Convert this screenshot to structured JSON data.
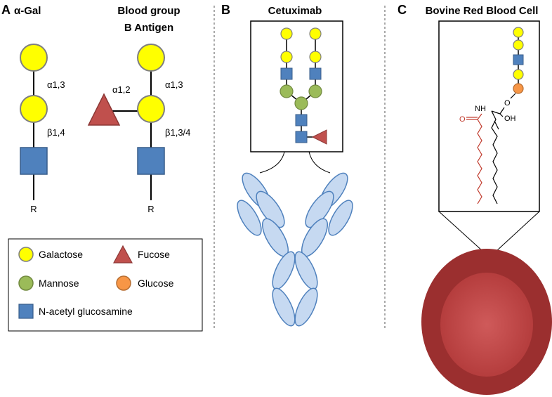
{
  "panels": {
    "a": {
      "letter": "A",
      "title_agal": "α-Gal",
      "title_blood_line1": "Blood group",
      "title_blood_line2": "B Antigen",
      "link_a13_left": "α1,3",
      "link_b14": "β1,4",
      "link_a13_right": "α1,3",
      "link_a12": "α1,2",
      "link_b134": "β1,3/4",
      "r_left": "R",
      "r_right": "R"
    },
    "b": {
      "letter": "B",
      "title": "Cetuximab"
    },
    "c": {
      "letter": "C",
      "title": "Bovine Red Blood Cell",
      "atom_o_ether": "O",
      "atom_nh": "NH",
      "atom_oh": "OH",
      "atom_o_carbonyl": "O"
    }
  },
  "legend": {
    "galactose": "Galactose",
    "fucose": "Fucose",
    "mannose": "Mannose",
    "glucose": "Glucose",
    "glcnac": "N-acetyl glucosamine"
  },
  "colors": {
    "galactose": "#ffff00",
    "fucose": "#c0504d",
    "mannose": "#9bbb59",
    "glucose": "#f79646",
    "glcnac": "#4f81bd",
    "antibody": "#c6d9f1",
    "antibody_stroke": "#4f81bd",
    "cell_outer": "#9b2f2f",
    "cell_inner": "#c0494a",
    "lipid_red": "#c0392b"
  }
}
